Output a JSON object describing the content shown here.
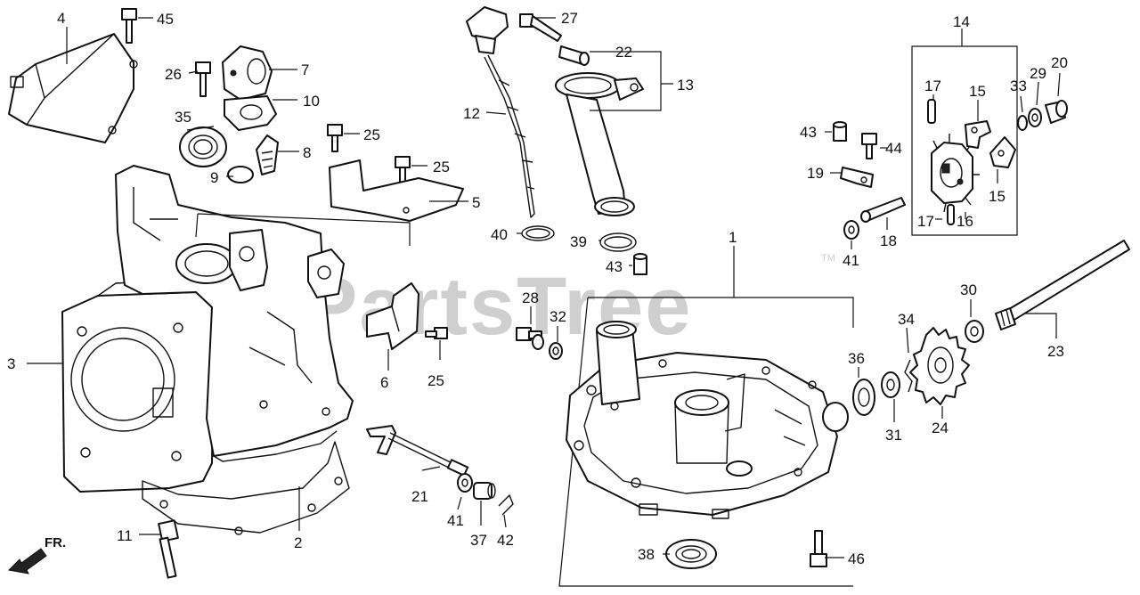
{
  "watermark": {
    "text": "PartsTree",
    "trademark": "TM"
  },
  "direction": {
    "label": "FR."
  },
  "callouts": {
    "c1": "1",
    "c2": "2",
    "c3": "3",
    "c4": "4",
    "c5": "5",
    "c6": "6",
    "c7": "7",
    "c8": "8",
    "c9": "9",
    "c10": "10",
    "c11": "11",
    "c12": "12",
    "c13": "13",
    "c14": "14",
    "c15a": "15",
    "c15b": "15",
    "c16": "16",
    "c17a": "17",
    "c17b": "17",
    "c18": "18",
    "c19": "19",
    "c20": "20",
    "c21": "21",
    "c22": "22",
    "c23": "23",
    "c24": "24",
    "c25a": "25",
    "c25b": "25",
    "c25c": "25",
    "c26": "26",
    "c27": "27",
    "c28": "28",
    "c29": "29",
    "c30": "30",
    "c31": "31",
    "c32": "32",
    "c33": "33",
    "c34": "34",
    "c35": "35",
    "c36": "36",
    "c37": "37",
    "c38": "38",
    "c39": "39",
    "c40": "40",
    "c41a": "41",
    "c41b": "41",
    "c42": "42",
    "c43a": "43",
    "c43b": "43",
    "c44": "44",
    "c45": "45",
    "c46": "46"
  }
}
